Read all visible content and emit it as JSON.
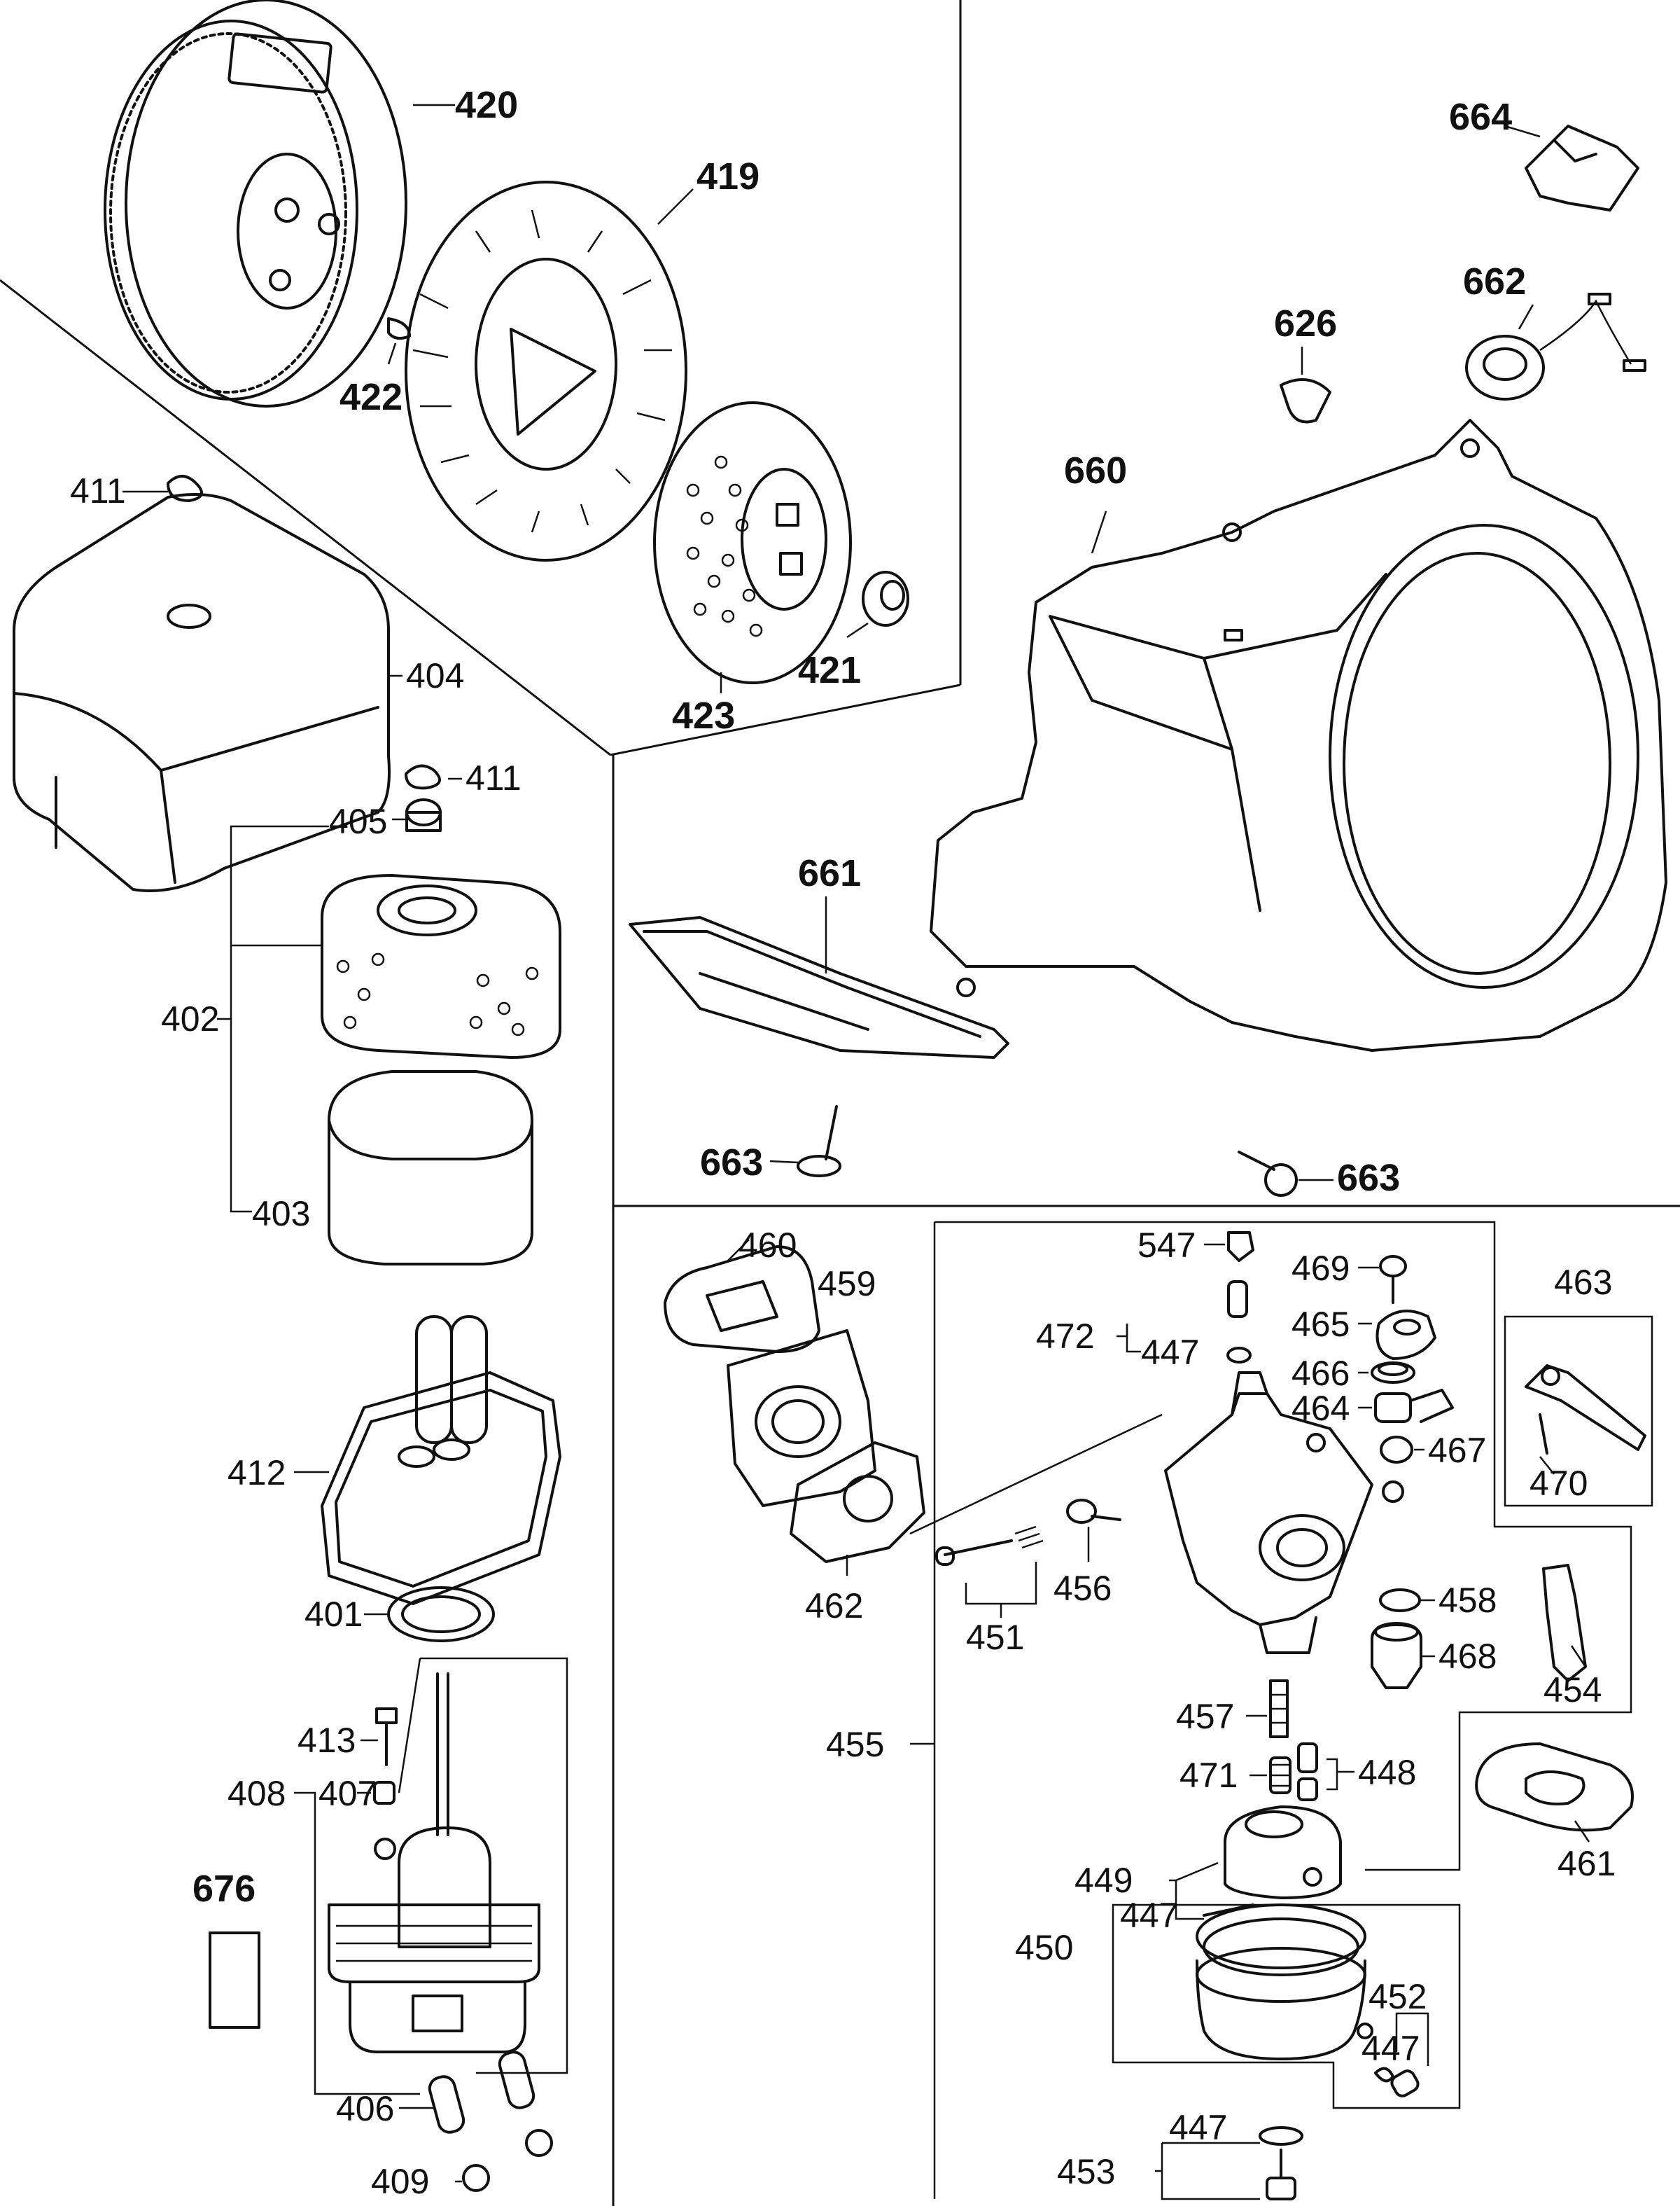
{
  "parts": [
    {
      "id": "flywheel",
      "label": "420"
    },
    {
      "id": "cooling-fan",
      "label": "419"
    },
    {
      "id": "key",
      "label": "422"
    },
    {
      "id": "starter-pulley",
      "label": "423"
    },
    {
      "id": "flywheel-nut",
      "label": "421"
    },
    {
      "id": "wing-nut-top",
      "label": "411"
    },
    {
      "id": "air-cleaner-cover",
      "label": "404"
    },
    {
      "id": "wing-nut-middle",
      "label": "411"
    },
    {
      "id": "grommet",
      "label": "405"
    },
    {
      "id": "air-cleaner-element",
      "label": "402"
    },
    {
      "id": "foam-element",
      "label": "403"
    },
    {
      "id": "air-cleaner-case",
      "label": "412"
    },
    {
      "id": "case-gasket",
      "label": "401"
    },
    {
      "id": "bolt-413",
      "label": "413"
    },
    {
      "id": "elbow-assembly",
      "label": "408"
    },
    {
      "id": "collar-407",
      "label": "407"
    },
    {
      "id": "stud-406",
      "label": "406"
    },
    {
      "id": "nut-409",
      "label": "409"
    },
    {
      "id": "decal-676",
      "label": "676"
    },
    {
      "id": "stop-switch-holder",
      "label": "664"
    },
    {
      "id": "stop-switch",
      "label": "662"
    },
    {
      "id": "wire-clamp",
      "label": "626"
    },
    {
      "id": "fan-cover",
      "label": "660"
    },
    {
      "id": "fan-cover-guide",
      "label": "661"
    },
    {
      "id": "bolt-663-left",
      "label": "663"
    },
    {
      "id": "bolt-663-right",
      "label": "663"
    },
    {
      "id": "gasket-460",
      "label": "460"
    },
    {
      "id": "insulator-459",
      "label": "459"
    },
    {
      "id": "gasket-462",
      "label": "462"
    },
    {
      "id": "screw-451",
      "label": "451"
    },
    {
      "id": "screw-456",
      "label": "456"
    },
    {
      "id": "carburetor-assembly",
      "label": "455"
    },
    {
      "id": "cap-547",
      "label": "547"
    },
    {
      "id": "screw-set-472",
      "label": "472"
    },
    {
      "id": "o-ring-447-a",
      "label": "447"
    },
    {
      "id": "screw-469",
      "label": "469"
    },
    {
      "id": "cap-465",
      "label": "465"
    },
    {
      "id": "spring-466",
      "label": "466"
    },
    {
      "id": "piston-464",
      "label": "464"
    },
    {
      "id": "seal-467",
      "label": "467"
    },
    {
      "id": "lever-set-463",
      "label": "463"
    },
    {
      "id": "pin-470",
      "label": "470"
    },
    {
      "id": "ring-458",
      "label": "458"
    },
    {
      "id": "valve-468",
      "label": "468"
    },
    {
      "id": "lever-454",
      "label": "454"
    },
    {
      "id": "jet-457",
      "label": "457"
    },
    {
      "id": "spring-471",
      "label": "471"
    },
    {
      "id": "needle-set-448",
      "label": "448"
    },
    {
      "id": "float-set-449",
      "label": "449"
    },
    {
      "id": "gasket-461",
      "label": "461"
    },
    {
      "id": "float-bowl-set-450",
      "label": "450"
    },
    {
      "id": "o-ring-447-b",
      "label": "447"
    },
    {
      "id": "drain-screw-set-452",
      "label": "452"
    },
    {
      "id": "o-ring-447-c",
      "label": "447"
    },
    {
      "id": "bolt-set-453",
      "label": "453"
    },
    {
      "id": "washer-447-d",
      "label": "447"
    }
  ]
}
